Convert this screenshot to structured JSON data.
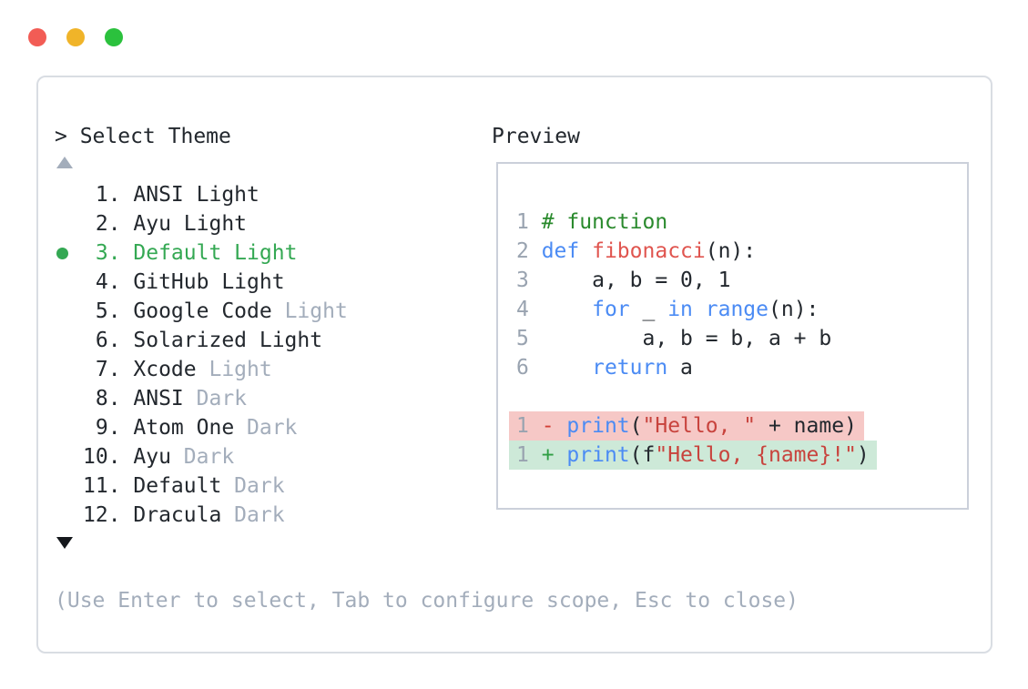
{
  "colors": {
    "text": "#23282e",
    "muted": "#a3adbb",
    "selected": "#34a853",
    "border": "#d9dde3",
    "preview_border": "#cbd0da",
    "linenum": "#99a3b0",
    "comment": "#2a8a2d",
    "keyword": "#4b8bf4",
    "function": "#e0554f",
    "string": "#c8433d",
    "removed_bg": "#f6c8c6",
    "added_bg": "#cde9d8",
    "removed_sign": "#d23f35",
    "added_sign": "#2f9e44",
    "traffic_red": "#f25c55",
    "traffic_yellow": "#f0b429",
    "traffic_green": "#2bc13d"
  },
  "theme_picker": {
    "prompt": "> Select Theme",
    "items": [
      {
        "number": "1",
        "name": "ANSI",
        "suffix": "Light",
        "suffix_muted": false,
        "selected": false
      },
      {
        "number": "2",
        "name": "Ayu",
        "suffix": "Light",
        "suffix_muted": false,
        "selected": false
      },
      {
        "number": "3",
        "name": "Default",
        "suffix": "Light",
        "suffix_muted": false,
        "selected": true
      },
      {
        "number": "4",
        "name": "GitHub",
        "suffix": "Light",
        "suffix_muted": false,
        "selected": false
      },
      {
        "number": "5",
        "name": "Google Code",
        "suffix": "Light",
        "suffix_muted": true,
        "selected": false
      },
      {
        "number": "6",
        "name": "Solarized",
        "suffix": "Light",
        "suffix_muted": false,
        "selected": false
      },
      {
        "number": "7",
        "name": "Xcode",
        "suffix": "Light",
        "suffix_muted": true,
        "selected": false
      },
      {
        "number": "8",
        "name": "ANSI",
        "suffix": "Dark",
        "suffix_muted": true,
        "selected": false
      },
      {
        "number": "9",
        "name": "Atom One",
        "suffix": "Dark",
        "suffix_muted": true,
        "selected": false
      },
      {
        "number": "10",
        "name": "Ayu",
        "suffix": "Dark",
        "suffix_muted": true,
        "selected": false
      },
      {
        "number": "11",
        "name": "Default",
        "suffix": "Dark",
        "suffix_muted": true,
        "selected": false
      },
      {
        "number": "12",
        "name": "Dracula",
        "suffix": "Dark",
        "suffix_muted": true,
        "selected": false
      }
    ],
    "help_text": "(Use Enter to select, Tab to configure scope, Esc to close)"
  },
  "preview": {
    "label": "Preview",
    "code_lines": [
      {
        "num": "1",
        "diff": "",
        "tokens": [
          {
            "text": "# function",
            "style": "comment"
          }
        ]
      },
      {
        "num": "2",
        "diff": "",
        "tokens": [
          {
            "text": "def",
            "style": "keyword"
          },
          {
            "text": " ",
            "style": "plain"
          },
          {
            "text": "fibonacci",
            "style": "function"
          },
          {
            "text": "(n):",
            "style": "plain"
          }
        ]
      },
      {
        "num": "3",
        "diff": "",
        "tokens": [
          {
            "text": "    a, b = 0, 1",
            "style": "plain"
          }
        ]
      },
      {
        "num": "4",
        "diff": "",
        "tokens": [
          {
            "text": "    ",
            "style": "plain"
          },
          {
            "text": "for",
            "style": "keyword"
          },
          {
            "text": " _ ",
            "style": "plain"
          },
          {
            "text": "in",
            "style": "keyword"
          },
          {
            "text": " ",
            "style": "plain"
          },
          {
            "text": "range",
            "style": "keyword"
          },
          {
            "text": "(n):",
            "style": "plain"
          }
        ]
      },
      {
        "num": "5",
        "diff": "",
        "tokens": [
          {
            "text": "        a, b = b, a + b",
            "style": "plain"
          }
        ]
      },
      {
        "num": "6",
        "diff": "",
        "tokens": [
          {
            "text": "    ",
            "style": "plain"
          },
          {
            "text": "return",
            "style": "keyword"
          },
          {
            "text": " a",
            "style": "plain"
          }
        ]
      },
      {
        "num": "",
        "diff": "",
        "tokens": []
      },
      {
        "num": "1",
        "diff": "removed",
        "tokens": [
          {
            "text": "- ",
            "style": "removed-sign"
          },
          {
            "text": "print",
            "style": "keyword"
          },
          {
            "text": "(",
            "style": "plain"
          },
          {
            "text": "\"Hello, \"",
            "style": "string"
          },
          {
            "text": " + name)",
            "style": "plain"
          }
        ]
      },
      {
        "num": "1",
        "diff": "added",
        "tokens": [
          {
            "text": "+ ",
            "style": "added-sign"
          },
          {
            "text": "print",
            "style": "keyword"
          },
          {
            "text": "(f",
            "style": "plain"
          },
          {
            "text": "\"Hello, {name}!\"",
            "style": "string"
          },
          {
            "text": ")",
            "style": "plain"
          }
        ]
      }
    ]
  }
}
